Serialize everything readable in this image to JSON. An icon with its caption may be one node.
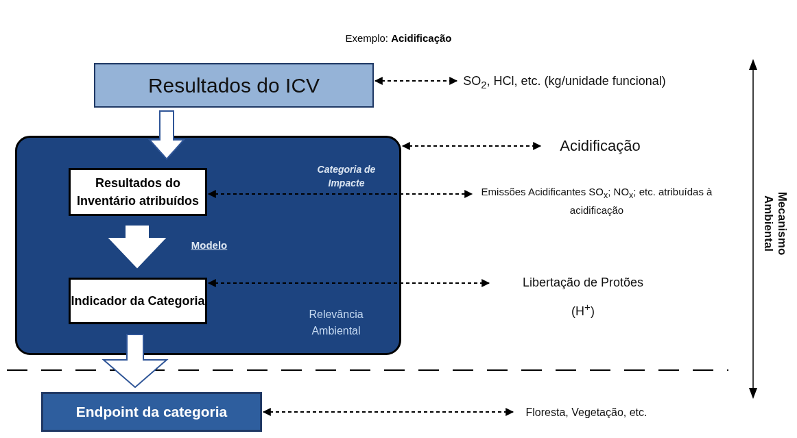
{
  "diagram": {
    "title": "Exemplo: **Acidificação**",
    "nodes": [
      {
        "text": [
          "Resultados do ICV"
        ]
      },
      {
        "text": [
          "SO$_{2}$, HCl, etc. (kg/unidade funcional)"
        ]
      },
      {
        "text": [
          "Categoria de Impacte",
          "Modelo",
          "Relevância Ambiental"
        ]
      },
      {
        "text": [
          "Acidificação"
        ]
      },
      {
        "text": [
          "Resultados do Inventário atribuídos"
        ],
        "in": 2
      },
      {
        "text": [
          "Emissões Acidificantes SO$_{x}$; NO$_{x}$; etc. atribuídas à acidificação"
        ]
      },
      {
        "text": [
          "Indicador da Categoria"
        ],
        "in": 2
      },
      {
        "text": [
          "Libertação de Protões",
          "(H$^{+}$)"
        ]
      },
      {
        "text": [
          "Endpoint da categoria"
        ]
      },
      {
        "text": [
          "Floresta, Vegetação, etc."
        ]
      }
    ],
    "edges": [
      {
        "from": 0,
        "to": 4,
        "arrow": "to",
        "style": "thick"
      },
      {
        "from": 4,
        "to": 6,
        "arrow": "to",
        "style": "thick"
      },
      {
        "from": 6,
        "to": 8,
        "arrow": "to",
        "style": "thick"
      },
      {
        "from": 0,
        "to": 1,
        "arrow": "both",
        "style": "dashed"
      },
      {
        "from": 2,
        "to": 3,
        "arrow": "both",
        "style": "dashed"
      },
      {
        "from": 4,
        "to": 5,
        "arrow": "both",
        "style": "dashed"
      },
      {
        "from": 6,
        "to": 7,
        "arrow": "both",
        "style": "dashed"
      },
      {
        "from": 8,
        "to": 9,
        "arrow": "both",
        "style": "dashed"
      }
    ],
    "labels": [
      "Mecanismo Ambiental"
    ]
  }
}
